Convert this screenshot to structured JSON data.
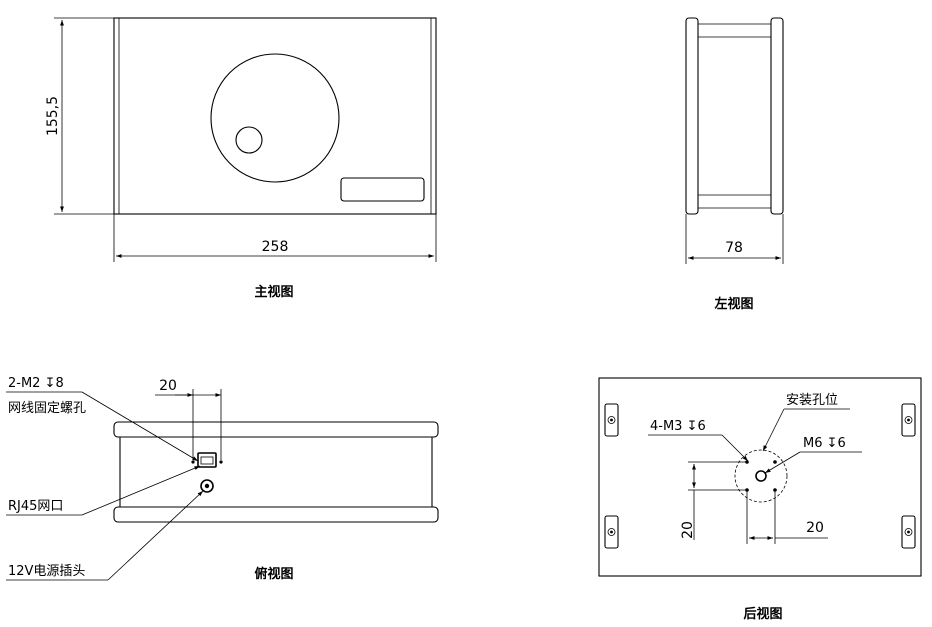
{
  "front_view": {
    "caption": "主视图",
    "height_dim": "155,5",
    "width_dim": "258"
  },
  "left_view": {
    "caption": "左视图",
    "depth_dim": "78"
  },
  "top_view": {
    "caption": "俯视图",
    "dim_20": "20",
    "callout_screw_spec": "2-M2 ↧8",
    "callout_screw_desc": "网线固定螺孔",
    "callout_rj45": "RJ45网口",
    "callout_power": "12V电源插头"
  },
  "rear_view": {
    "caption": "后视图",
    "callout_install": "安装孔位",
    "callout_m3": "4-M3 ↧6",
    "callout_m6": "M6 ↧6",
    "dim_vertical": "20",
    "dim_horizontal": "20"
  }
}
